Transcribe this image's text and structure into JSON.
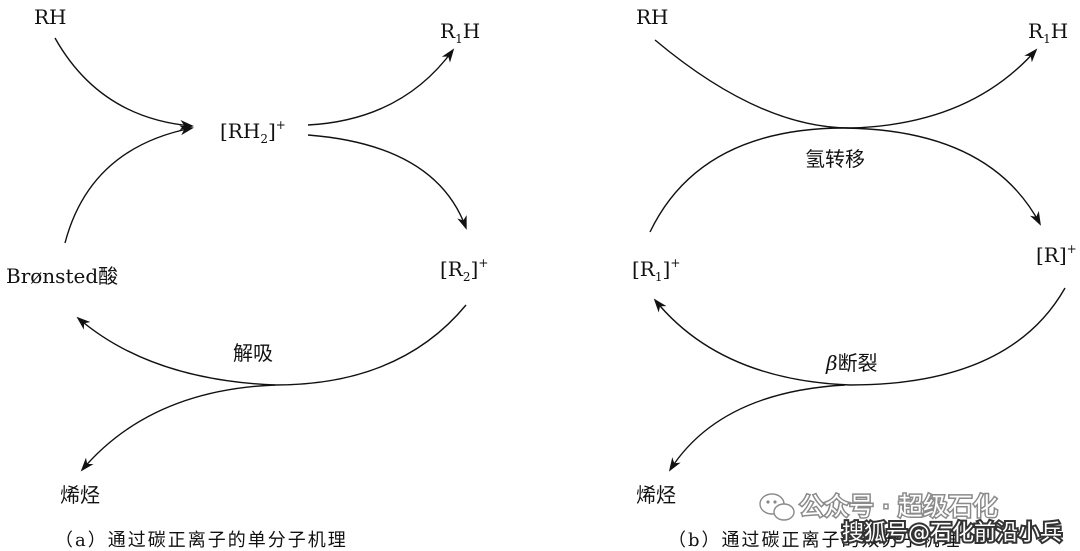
{
  "panel_a": {
    "rh": "RH",
    "r1h_main": "R",
    "r1h_sub": "1",
    "r1h_tail": "H",
    "rh2_open": "[RH",
    "rh2_sub": "2",
    "rh2_close": "]",
    "rh2_sup": "+",
    "r2_open": "[R",
    "r2_sub": "2",
    "r2_close": "]",
    "r2_sup": "+",
    "bronsted": "Brønsted酸",
    "desorption": "解吸",
    "olefin": "烯烃",
    "caption": "（a）通过碳正离子的单分子机理"
  },
  "panel_b": {
    "rh": "RH",
    "r1h_main": "R",
    "r1h_sub": "1",
    "r1h_tail": "H",
    "h_transfer": "氢转移",
    "r_ion": "[R]",
    "r_ion_sup": "+",
    "r1_open": "[R",
    "r1_sub": "1",
    "r1_close": "]",
    "r1_sup": "+",
    "beta_symbol": "β",
    "beta_text": "断裂",
    "olefin": "烯烃",
    "caption": "（b）通过碳正离子的双分子机理"
  },
  "watermark": {
    "wechat": "公众号 · 超级石化",
    "sohu": "搜狐号@石化前沿小兵"
  },
  "colors": {
    "ink": "#111111",
    "watermark": "#ffffff"
  }
}
